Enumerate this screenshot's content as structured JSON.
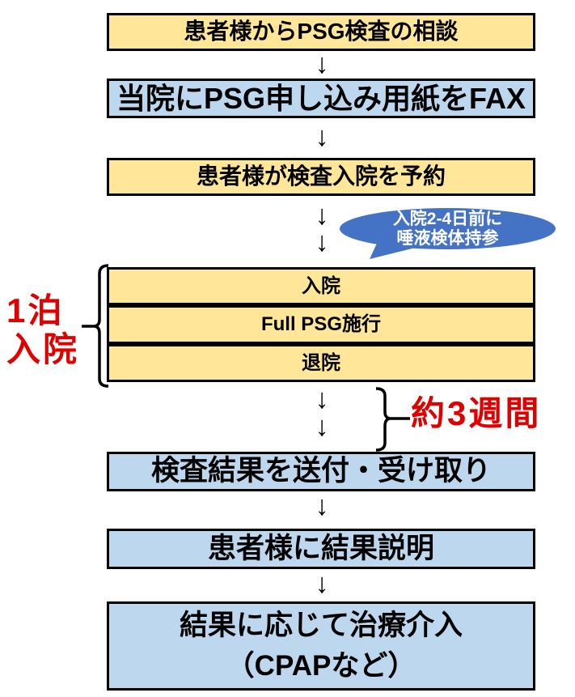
{
  "flow": {
    "steps": [
      {
        "label": "患者様からPSG検査の相談"
      },
      {
        "label": "当院にPSG申し込み用紙をFAX"
      },
      {
        "label": "患者様が検査入院を予約"
      },
      {
        "label": "入院"
      },
      {
        "label": "Full PSG施行"
      },
      {
        "label": "退院"
      },
      {
        "label": "検査結果を送付・受け取り"
      },
      {
        "label": "患者様に結果説明"
      },
      {
        "label_line1": "結果に応じて治療介入",
        "label_line2": "（CPAPなど）"
      }
    ],
    "callout": {
      "line1": "入院2-4日前に",
      "line2": "唾液検体持参"
    },
    "labels": {
      "overnight_line1": "1泊",
      "overnight_line2": "入院",
      "duration": "約3週間"
    },
    "arrow": "↓",
    "colors": {
      "box_yellow": "#FFE699",
      "box_blue": "#BDD7EE",
      "callout_blue": "#4472C4",
      "annotation_red": "#E00000",
      "border": "#000000",
      "callout_text": "#FFFFFF"
    }
  }
}
